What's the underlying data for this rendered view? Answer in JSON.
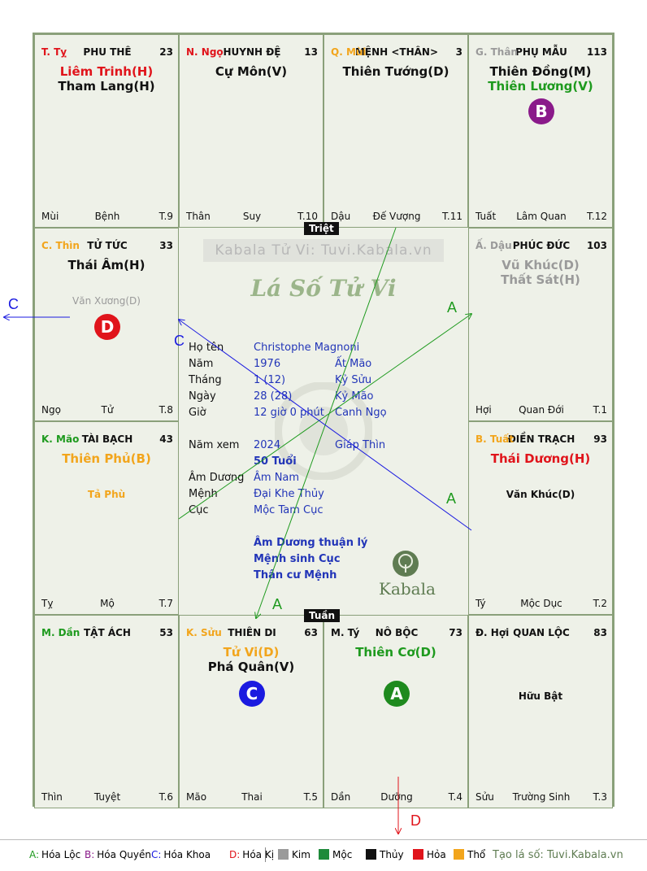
{
  "palaces": [
    {
      "can": "T. Tỵ",
      "can_color": "#e0141b",
      "name": "PHU THÊ",
      "age": "23",
      "stars": [
        {
          "t": "Liêm Trinh(H)",
          "c": "#e0141b"
        },
        {
          "t": "Tham Lang(H)",
          "c": "#111111"
        }
      ],
      "minor": [],
      "b1": "Mùi",
      "b2": "Bệnh",
      "b3": "T.9"
    },
    {
      "can": "N. Ngọ",
      "can_color": "#e0141b",
      "name": "HUYNH ĐỆ",
      "age": "13",
      "stars": [
        {
          "t": "Cự Môn(V)",
          "c": "#111111"
        }
      ],
      "minor": [],
      "b1": "Thân",
      "b2": "Suy",
      "b3": "T.10"
    },
    {
      "can": "Q. Mùi",
      "can_color": "#f2a51c",
      "name": "MỆNH <THÂN>",
      "age": "3",
      "stars": [
        {
          "t": "Thiên Tướng(D)",
          "c": "#111111"
        }
      ],
      "minor": [],
      "b1": "Dậu",
      "b2": "Đế Vượng",
      "b3": "T.11"
    },
    {
      "can": "G. Thân",
      "can_color": "#9a9a9a",
      "name": "PHỤ MẪU",
      "age": "113",
      "stars": [
        {
          "t": "Thiên Đồng(M)",
          "c": "#111111"
        },
        {
          "t": "Thiên Lương(V)",
          "c": "#1e9a1e"
        }
      ],
      "minor": [],
      "b1": "Tuất",
      "b2": "Lâm Quan",
      "b3": "T.12"
    },
    {
      "can": "C. Thìn",
      "can_color": "#f2a51c",
      "name": "TỬ TỨC",
      "age": "33",
      "stars": [
        {
          "t": "Thái Âm(H)",
          "c": "#111111"
        }
      ],
      "minor": [
        {
          "t": "Văn Xương(D)",
          "c": "#9a9a9a"
        }
      ],
      "b1": "Ngọ",
      "b2": "Tử",
      "b3": "T.8"
    },
    {
      "can": "Ấ. Dậu",
      "can_color": "#9a9a9a",
      "name": "PHÚC ĐỨC",
      "age": "103",
      "stars": [
        {
          "t": "Vũ Khúc(D)",
          "c": "#9a9a9a"
        },
        {
          "t": "Thất Sát(H)",
          "c": "#9a9a9a"
        }
      ],
      "minor": [],
      "b1": "Hợi",
      "b2": "Quan Đới",
      "b3": "T.1"
    },
    {
      "can": "K. Mão",
      "can_color": "#1e9a1e",
      "name": "TÀI BẠCH",
      "age": "43",
      "stars": [
        {
          "t": "Thiên Phủ(B)",
          "c": "#f2a51c"
        }
      ],
      "minor": [
        {
          "t": "Tả Phù",
          "c": "#f2a51c"
        }
      ],
      "b1": "Tỵ",
      "b2": "Mộ",
      "b3": "T.7"
    },
    {
      "can": "B. Tuất",
      "can_color": "#f2a51c",
      "name": "ĐIỀN TRẠCH",
      "age": "93",
      "stars": [
        {
          "t": "Thái Dương(H)",
          "c": "#e0141b"
        }
      ],
      "minor": [
        {
          "t": "Văn Khúc(D)",
          "c": "#111111"
        }
      ],
      "b1": "Tý",
      "b2": "Mộc Dục",
      "b3": "T.2"
    },
    {
      "can": "M. Dần",
      "can_color": "#1e9a1e",
      "name": "TẬT ÁCH",
      "age": "53",
      "stars": [],
      "minor": [],
      "b1": "Thìn",
      "b2": "Tuyệt",
      "b3": "T.6"
    },
    {
      "can": "K. Sửu",
      "can_color": "#f2a51c",
      "name": "THIÊN DI",
      "age": "63",
      "stars": [
        {
          "t": "Tử Vi(D)",
          "c": "#f2a51c"
        },
        {
          "t": "Phá Quân(V)",
          "c": "#111111"
        }
      ],
      "minor": [],
      "b1": "Mão",
      "b2": "Thai",
      "b3": "T.5"
    },
    {
      "can": "M. Tý",
      "can_color": "#111111",
      "name": "NÔ BỘC",
      "age": "73",
      "stars": [
        {
          "t": "Thiên Cơ(D)",
          "c": "#1e9a1e"
        }
      ],
      "minor": [],
      "b1": "Dần",
      "b2": "Dưỡng",
      "b3": "T.4"
    },
    {
      "can": "Đ. Hợi",
      "can_color": "#111111",
      "name": "QUAN LỘC",
      "age": "83",
      "stars": [],
      "minor": [
        {
          "t": "Hữu Bật",
          "c": "#111111"
        }
      ],
      "b1": "Sửu",
      "b2": "Trường Sinh",
      "b3": "T.3"
    }
  ],
  "badges": [
    {
      "letter": "B",
      "color": "#8a1a8a"
    },
    {
      "letter": "D",
      "color": "#e0141b"
    },
    {
      "letter": "C",
      "color": "#1a1ae0"
    },
    {
      "letter": "A",
      "color": "#1e8a1e"
    }
  ],
  "center": {
    "triet": "Triệt",
    "tuan": "Tuần",
    "brand": "Kabala Tử Vi: Tuvi.Kabala.vn",
    "script": "Lá Số Tử Vi",
    "rows": [
      {
        "l": "Họ tên",
        "a": "Christophe Magnoni",
        "b": ""
      },
      {
        "l": "Năm",
        "a": "1976",
        "b": "Ất Mão"
      },
      {
        "l": "Tháng",
        "a": "1  (12)",
        "b": "Kỷ Sửu"
      },
      {
        "l": "Ngày",
        "a": "28  (28)",
        "b": "Kỷ Mão"
      },
      {
        "l": "Giờ",
        "a": "12 giờ 0 phút",
        "b": "Canh Ngọ"
      },
      {
        "l": "Năm xem",
        "a": "2024",
        "b": "Giáp Thìn"
      },
      {
        "l": "",
        "a": "50 Tuổi",
        "b": ""
      },
      {
        "l": "Âm Dương",
        "a": "Âm Nam",
        "b": ""
      },
      {
        "l": "Mệnh",
        "a": "Đại Khe Thủy",
        "b": ""
      },
      {
        "l": "Cục",
        "a": "Mộc Tam Cục",
        "b": ""
      }
    ],
    "notes": [
      "Âm Dương thuận lý",
      "Mệnh sinh Cục",
      "Thân cư Mệnh"
    ],
    "logo_text": "Kabala"
  },
  "arrows": {
    "a1": "A",
    "a2": "A",
    "a3": "A",
    "c1": "C",
    "c2": "C",
    "d": "D"
  },
  "legend": {
    "hoa": [
      {
        "k": "A:",
        "v": "Hóa Lộc",
        "c": "#1e9a1e"
      },
      {
        "k": "B:",
        "v": "Hóa Quyền",
        "c": "#8a1a8a"
      },
      {
        "k": "C:",
        "v": "Hóa Khoa",
        "c": "#1a1ae0"
      },
      {
        "k": "D:",
        "v": "Hóa Kị",
        "c": "#e0141b"
      }
    ],
    "elements": [
      {
        "v": "Kim",
        "c": "#9a9a9a"
      },
      {
        "v": "Mộc",
        "c": "#1e8a3a"
      },
      {
        "v": "Thủy",
        "c": "#111111"
      },
      {
        "v": "Hỏa",
        "c": "#e0141b"
      },
      {
        "v": "Thổ",
        "c": "#f2a51c"
      }
    ],
    "site": "Tạo lá số: Tuvi.Kabala.vn"
  }
}
